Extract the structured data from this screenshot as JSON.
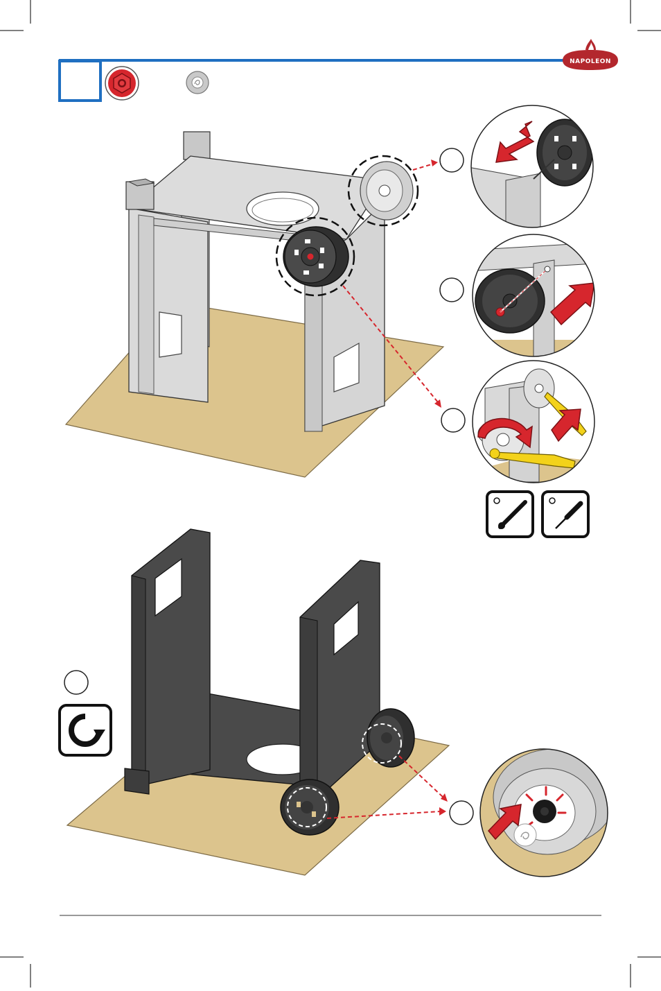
{
  "header": {
    "brand": "NAPOLEON",
    "accent_color": "#1f6fc1",
    "brand_color": "#b3272d",
    "step_number": ""
  },
  "parts": [
    {
      "icon": "hex-nut-icon",
      "color": "#d6262d",
      "quantity": ""
    },
    {
      "icon": "hubcap-icon",
      "color": "#c9c9c9",
      "quantity": ""
    }
  ],
  "colors": {
    "floor": "#dcc48d",
    "cart_light": "#d9d9d9",
    "cart_dark": "#4a4a4a",
    "arrow_red": "#d6262d",
    "tool_yellow": "#f3d21a"
  },
  "callouts": [
    {
      "id": "1",
      "label": ""
    },
    {
      "id": "2",
      "label": ""
    },
    {
      "id": "3",
      "label": ""
    },
    {
      "id": "4",
      "label": ""
    },
    {
      "id": "5",
      "label": ""
    }
  ],
  "tools": [
    {
      "icon": "wrench-tool-icon"
    },
    {
      "icon": "screwdriver-tool-icon"
    }
  ],
  "flip_icon": "rotate-flip-icon",
  "footer": {
    "page_number": ""
  }
}
